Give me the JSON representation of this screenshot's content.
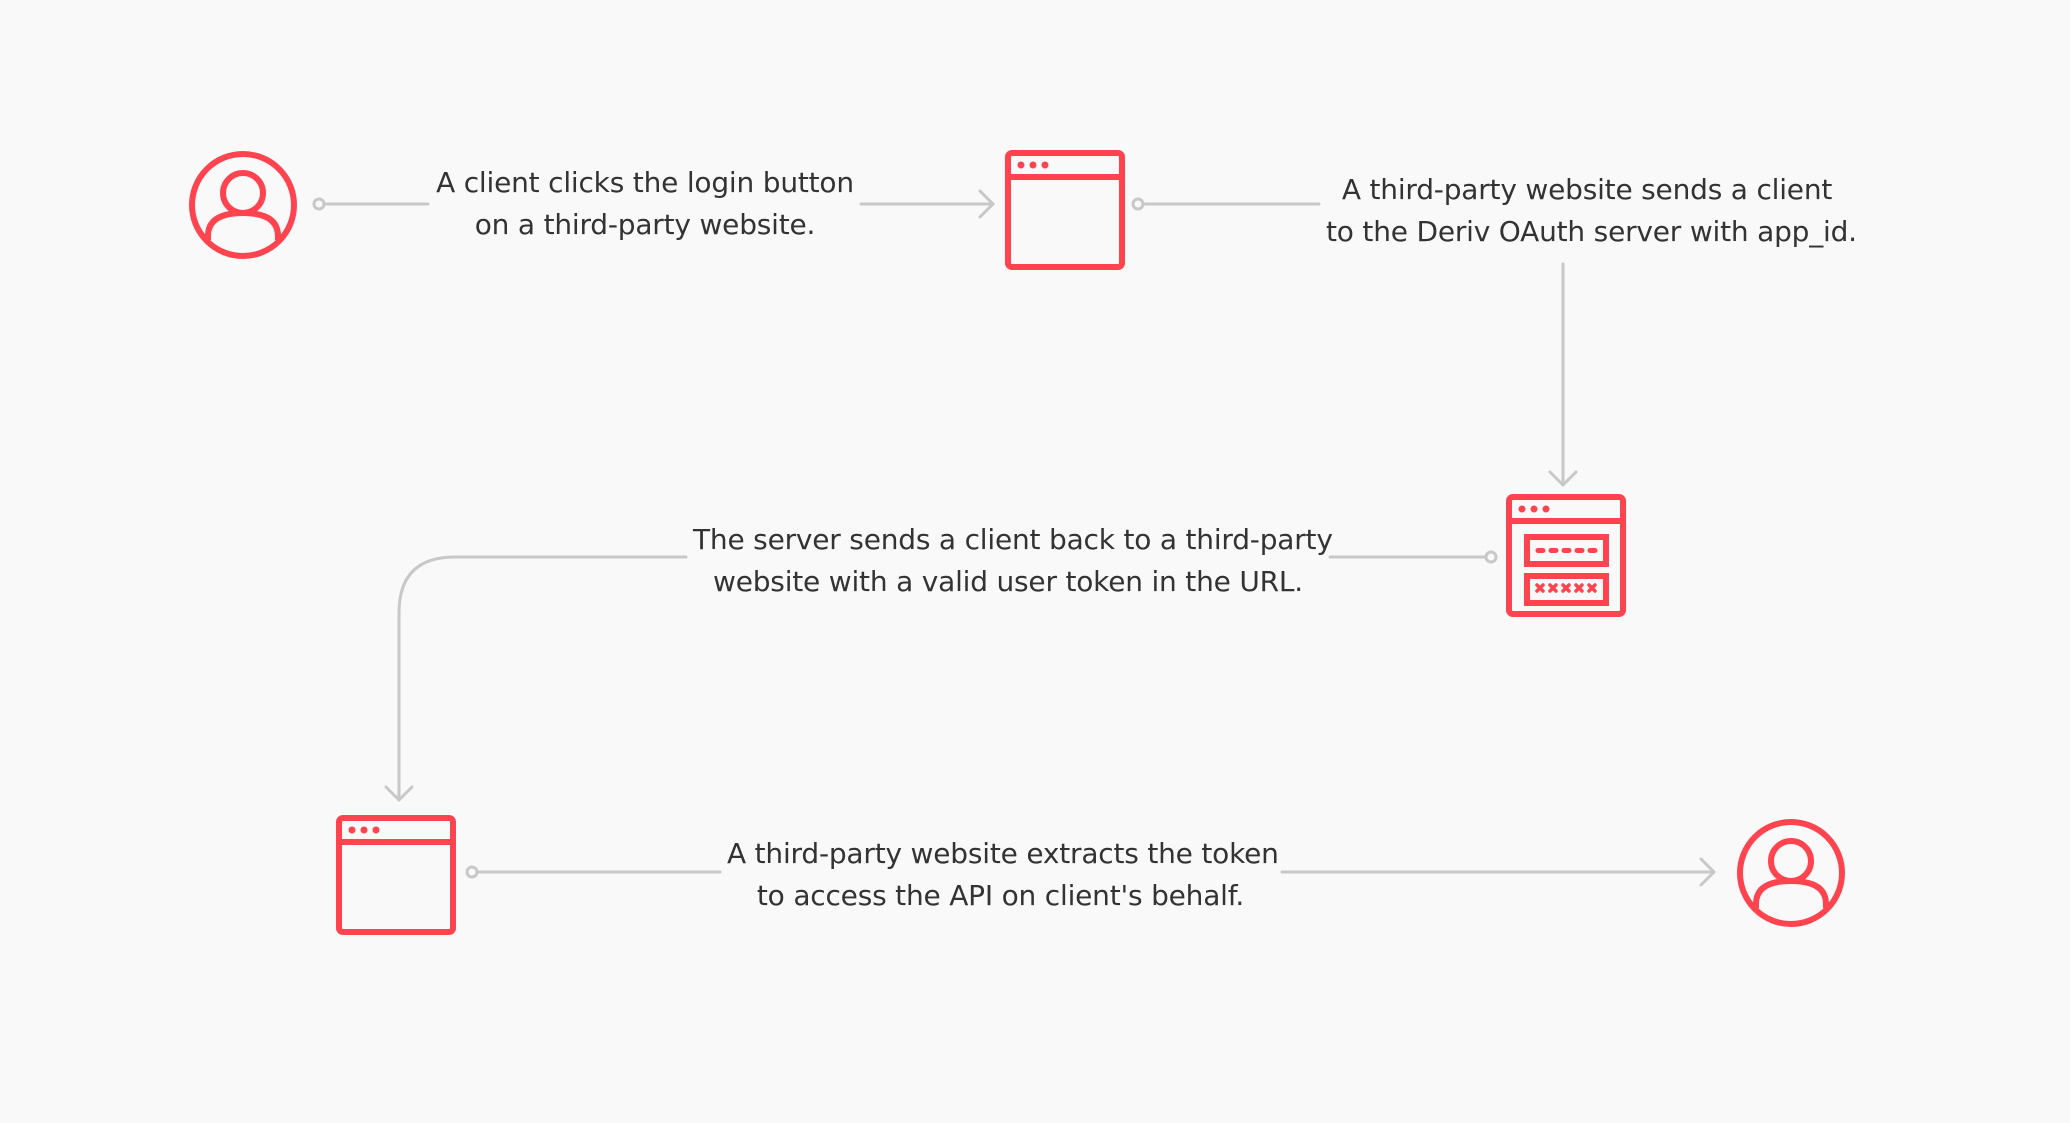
{
  "diagram": {
    "colors": {
      "background": "#f9f9f9",
      "accent": "#ff444f",
      "connector": "#c8c8c8",
      "text": "#333333"
    },
    "nodes": [
      {
        "id": "client-start",
        "icon": "user-circle-icon"
      },
      {
        "id": "third-party-site-1",
        "icon": "browser-window-icon"
      },
      {
        "id": "oauth-server",
        "icon": "login-form-window-icon"
      },
      {
        "id": "third-party-site-2",
        "icon": "browser-window-icon"
      },
      {
        "id": "client-end",
        "icon": "user-circle-icon"
      }
    ],
    "steps": [
      {
        "line1": "A client clicks the login button",
        "line2": "on a third-party website."
      },
      {
        "line1": "A third-party website sends a client",
        "line2": "to the Deriv OAuth server with app_id."
      },
      {
        "line1": "The server sends a client back to a third-party",
        "line2": "website with a valid user token in the URL."
      },
      {
        "line1": "A third-party website extracts the token",
        "line2": "to access the API on client's behalf."
      }
    ],
    "server_form": {
      "password_mask": "•••••",
      "invalid_mask": "×××××"
    }
  }
}
